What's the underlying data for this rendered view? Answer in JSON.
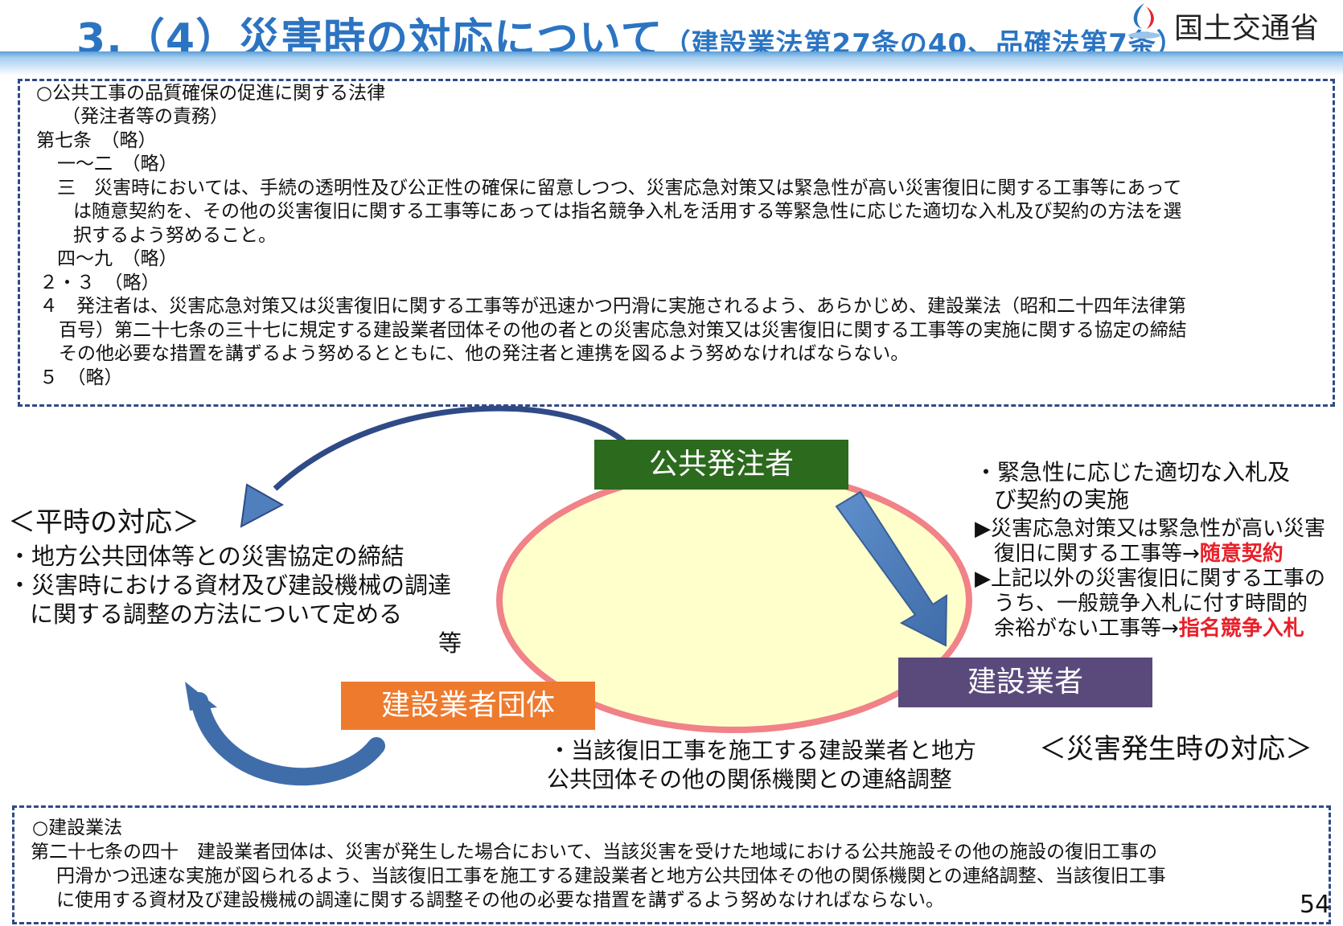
{
  "header": {
    "title_main": "3.（4）災害時の対応について",
    "title_sub": "（建設業法第27条の40、品確法第7条）",
    "ministry": "国土交通省"
  },
  "law_top": {
    "lines": [
      "○公共工事の品質確保の促進に関する法律",
      "（発注者等の責務）",
      "第七条　（略）",
      "一～二　（略）",
      "三　災害時においては、手続の透明性及び公正性の確保に留意しつつ、災害応急対策又は緊急性が高い災害復旧に関する工事等にあって",
      "は随意契約を、その他の災害復旧に関する工事等にあっては指名競争入札を活用する等緊急性に応じた適切な入札及び契約の方法を選",
      "択するよう努めること。",
      "四～九　（略）",
      "２・３　（略）",
      "４　発注者は、災害応急対策又は災害復旧に関する工事等が迅速かつ円滑に実施されるよう、あらかじめ、建設業法（昭和二十四年法律第",
      "百号）第二十七条の三十七に規定する建設業者団体その他の者との災害応急対策又は災害復旧に関する工事等の実施に関する協定の締結",
      "その他必要な措置を講ずるよう努めるとともに、他の発注者と連携を図るよう努めなければならない。",
      "５　（略）"
    ]
  },
  "diagram": {
    "client": "公共発注者",
    "contractor": "建設業者",
    "association": "建設業者団体",
    "peace": {
      "heading": "＜平時の対応＞",
      "items": [
        "・地方公共団体等との災害協定の締結",
        "・災害時における資材及び建設機械の調達",
        "に関する調整の方法について定める"
      ],
      "etc": "等"
    },
    "emergency": {
      "l1": "・緊急性に応じた適切な入札及",
      "l2": "び契約の実施",
      "l3": "▶災害応急対策又は緊急性が高い災害",
      "l4a": "復旧に関する工事等→",
      "l4b": "随意契約",
      "l5": "▶上記以外の災害復旧に関する工事の",
      "l6": "うち、一般競争入札に付す時間的",
      "l7a": "余裕がない工事等→",
      "l7b": "指名競争入札"
    },
    "coord": {
      "l1": "・当該復旧工事を施工する建設業者と地方",
      "l2": "公共団体その他の関係機関との連絡調整"
    },
    "disaster_heading": "＜災害発生時の対応＞"
  },
  "law_bottom": {
    "lines": [
      "○建設業法",
      "第二十七条の四十　建設業者団体は、災害が発生した場合において、当該災害を受けた地域における公共施設その他の施設の復旧工事の",
      "円滑かつ迅速な実施が図られるよう、当該復旧工事を施工する建設業者と地方公共団体その他の関係機関との連絡調整、当該復旧工事",
      "に使用する資材及び建設機械の調達に関する調整その他の必要な措置を講ずるよう努めなければならない。"
    ]
  },
  "page_number": "54",
  "colors": {
    "title": "#2b74c2",
    "client_box": "#2c6a1e",
    "contractor_box": "#5a4a7c",
    "association_box": "#ee7a2e",
    "ellipse_fill": "#ffffcc",
    "ellipse_border": "#f08288",
    "arrow": "#4f7fbd",
    "highlight_red": "#e8202a"
  }
}
